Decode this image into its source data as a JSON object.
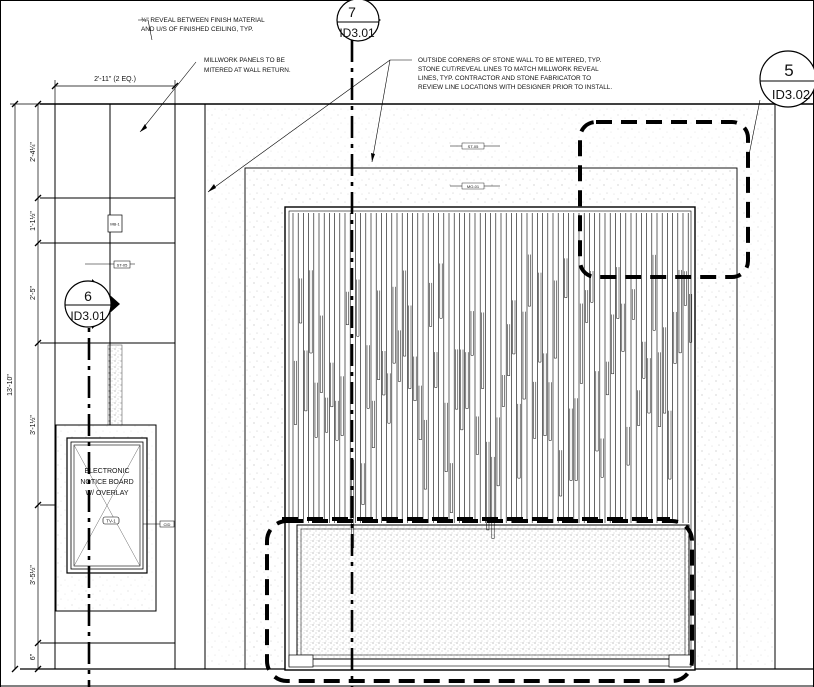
{
  "notes": {
    "reveal_line1": "¾\" REVEAL BETWEEN FINISH MATERIAL",
    "reveal_line2": "AND U/S OF FINISHED CEILING, TYP.",
    "millwork_line1": "MILLWORK PANELS TO BE",
    "millwork_line2": "MITERED AT WALL RETURN.",
    "stone_line1": "OUTSIDE CORNERS OF STONE WALL TO BE MITERED, TYP.",
    "stone_line2": "STONE CUT/REVEAL LINES TO MATCH MILLWORK REVEAL",
    "stone_line3": "LINES, TYP. CONTRACTOR AND STONE FABRICATOR TO",
    "stone_line4": "REVIEW LINE LOCATIONS WITH DESIGNER PRIOR TO INSTALL."
  },
  "section_tags": {
    "top": {
      "number": "7",
      "sheet": "ID3.01"
    },
    "left": {
      "number": "6",
      "sheet": "ID3.01"
    }
  },
  "detail_tag": {
    "number": "5",
    "sheet": "ID3.02"
  },
  "dimensions": {
    "panel_width": "2'-11\" (2 EQ.)",
    "overall_height": "13'-10\"",
    "seg1": "2'-4¼\"",
    "seg2": "1'-1½\"",
    "seg3": "2'-5\"",
    "seg4": "3'-1½\"",
    "seg5": "3'-5½\"",
    "seg6": "6\""
  },
  "notice_board": {
    "line1": "ELECTRONIC",
    "line2": "NOTICE BOARD",
    "line3": "W/ OVERLAY"
  },
  "small_labels": {
    "mark_a": "MB-1",
    "mark_b": "ST-05",
    "mark_c": "ST-05",
    "mark_d": "MO-01",
    "mark_e": "TV-1",
    "mark_f": "CID"
  }
}
